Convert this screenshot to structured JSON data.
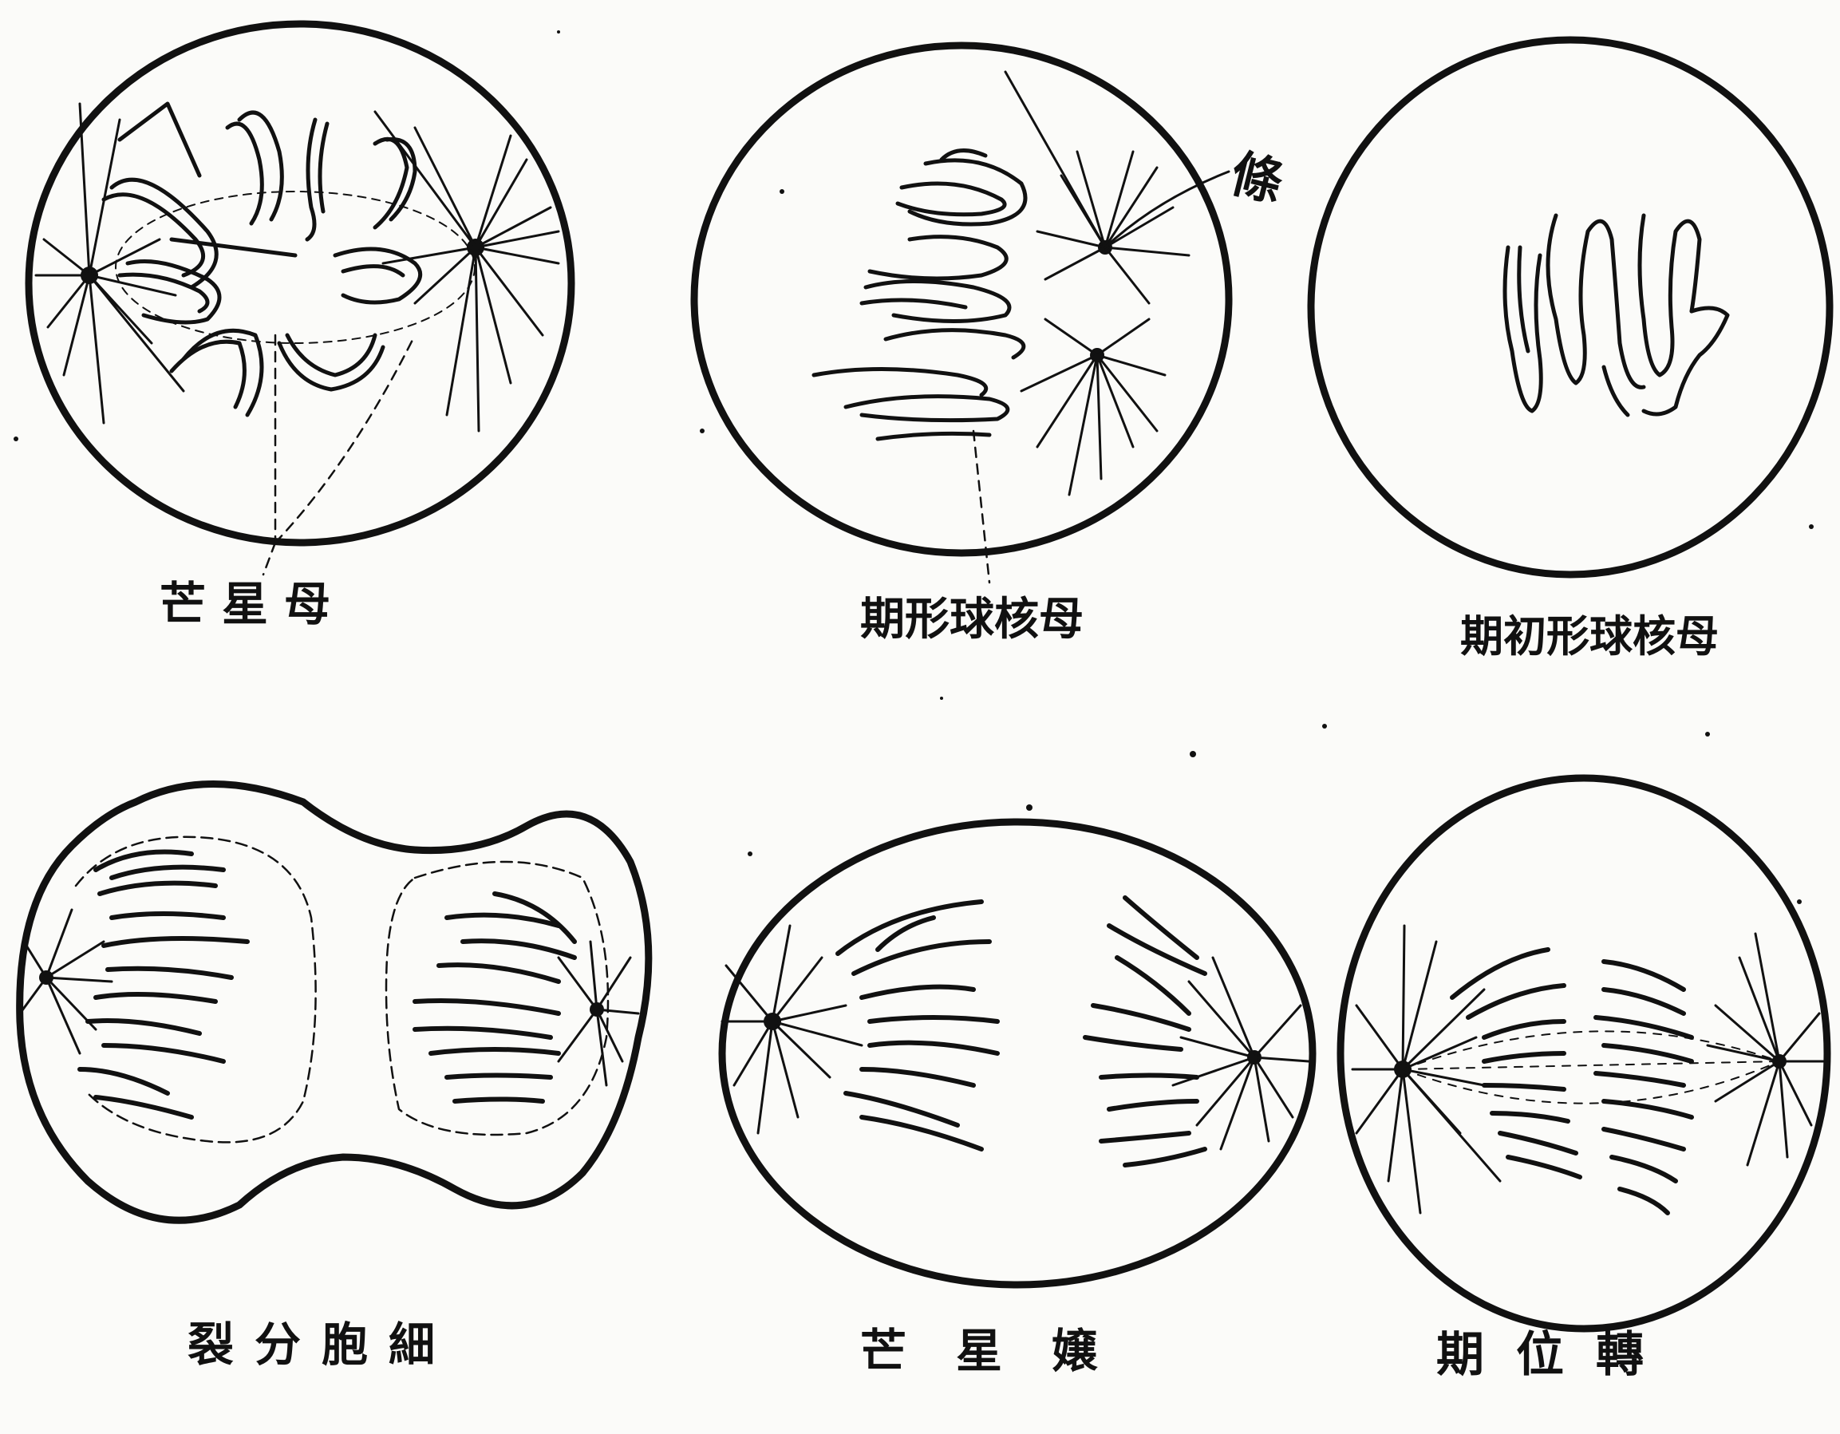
{
  "labels": {
    "mother_star": "芒星母",
    "spireme": "期形球核母",
    "early_spireme": "期初形球核母",
    "cell_division": "裂分胞細",
    "daughter_star": "芒星嬢",
    "transition": "期位轉",
    "spindle": "條"
  },
  "colors": {
    "paper": "#fbfbf9",
    "ink": "#111111"
  }
}
